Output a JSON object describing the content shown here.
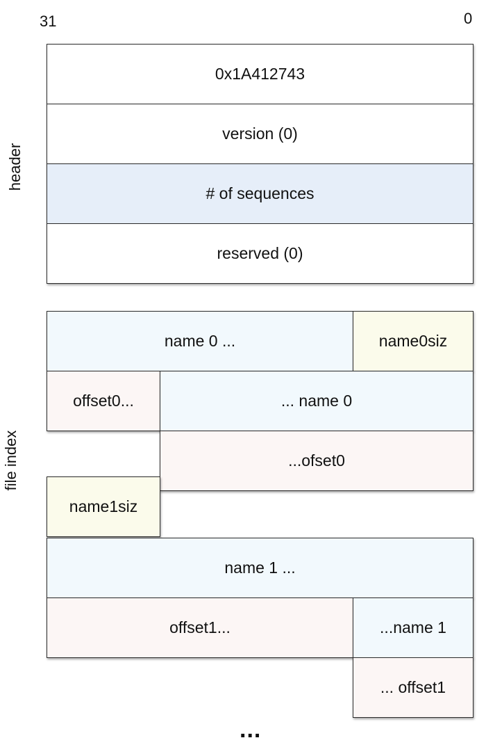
{
  "bit_labels": {
    "high": "31",
    "low": "0"
  },
  "sections": {
    "header": "header",
    "file_index": "file index"
  },
  "header_rows": {
    "magic": "0x1A412743",
    "version": "version (0)",
    "sequences": "# of sequences",
    "reserved": "reserved (0)"
  },
  "file_index_cells": {
    "name0_start": "name 0 ...",
    "name0_size": "name0siz",
    "offset0_start": "offset0...",
    "name0_end": "... name 0",
    "offset0_end": "...ofset0",
    "name1_size": "name1siz",
    "name1_start": "name 1 ...",
    "offset1_start": "offset1...",
    "name1_end": "...name 1",
    "offset1_end": "... offset1"
  },
  "continuation": "...",
  "colors": {
    "header_plain": "#ffffff",
    "header_highlight": "#e6eef9",
    "name": "#f2f9fd",
    "offset": "#fcf6f5",
    "size": "#fbfbeb",
    "border": "#2b2b2b"
  }
}
